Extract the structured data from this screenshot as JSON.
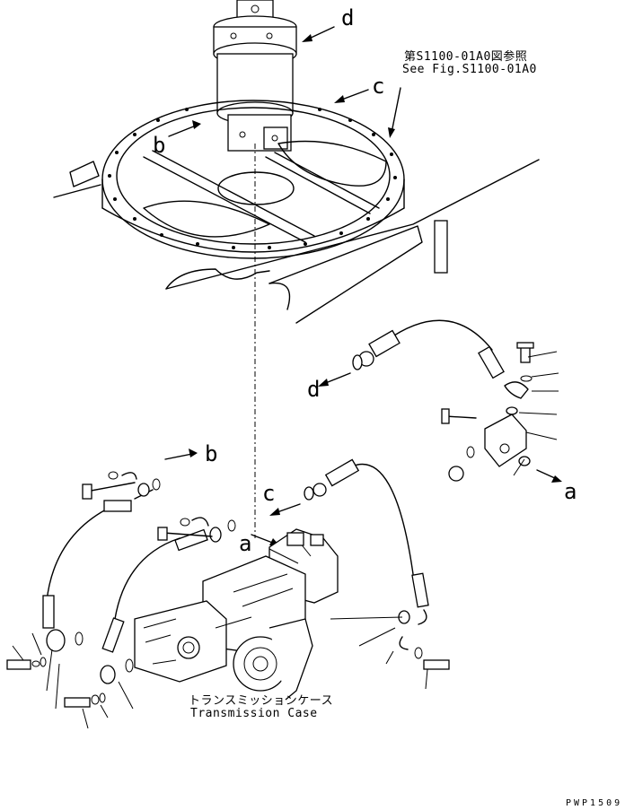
{
  "reference": {
    "jp": "第S1100-01A0図参照",
    "en": "See Fig.S1100-01A0"
  },
  "callouts": {
    "a1": "a",
    "a2": "a",
    "b1": "b",
    "b2": "b",
    "c1": "c",
    "c2": "c",
    "d1": "d",
    "d2": "d"
  },
  "transmission_case": {
    "jp": "トランスミッションケース",
    "en": "Transmission Case"
  },
  "drawing_code": "PWP1509"
}
